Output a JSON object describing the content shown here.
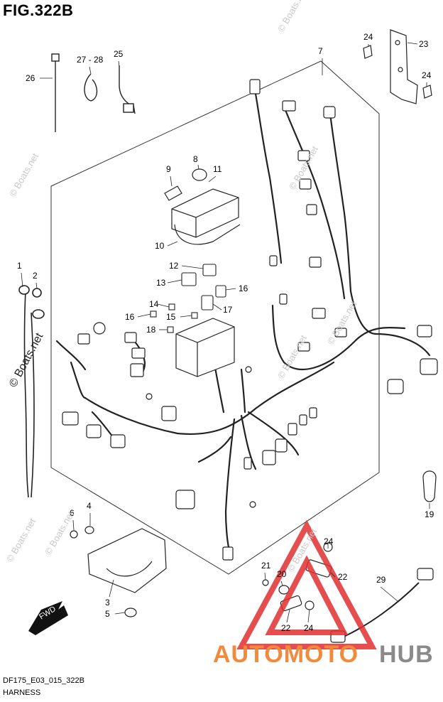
{
  "figure": {
    "title": "FIG.322B",
    "code": "DF175_E03_015_322B",
    "name": "HARNESS"
  },
  "watermark": {
    "text": "© Boats.net"
  },
  "brand": {
    "part1": "AUTOMOTO",
    "part2": "HUB",
    "color1": "#f08a3c",
    "color2": "#8a8a8a",
    "triangle_color": "#e03030"
  },
  "callouts": [
    {
      "id": "c1",
      "label": "1"
    },
    {
      "id": "c2",
      "label": "2"
    },
    {
      "id": "c3",
      "label": "3"
    },
    {
      "id": "c4",
      "label": "4"
    },
    {
      "id": "c5",
      "label": "5"
    },
    {
      "id": "c6",
      "label": "6"
    },
    {
      "id": "c7",
      "label": "7"
    },
    {
      "id": "c8",
      "label": "8"
    },
    {
      "id": "c9",
      "label": "9"
    },
    {
      "id": "c10",
      "label": "10"
    },
    {
      "id": "c11",
      "label": "11"
    },
    {
      "id": "c12",
      "label": "12"
    },
    {
      "id": "c13",
      "label": "13"
    },
    {
      "id": "c14",
      "label": "14"
    },
    {
      "id": "c15",
      "label": "15"
    },
    {
      "id": "c16a",
      "label": "16"
    },
    {
      "id": "c16b",
      "label": "16"
    },
    {
      "id": "c17",
      "label": "17"
    },
    {
      "id": "c18",
      "label": "18"
    },
    {
      "id": "c19",
      "label": "19"
    },
    {
      "id": "c20",
      "label": "20"
    },
    {
      "id": "c21",
      "label": "21"
    },
    {
      "id": "c22a",
      "label": "22"
    },
    {
      "id": "c22b",
      "label": "22"
    },
    {
      "id": "c23",
      "label": "23"
    },
    {
      "id": "c24a",
      "label": "24"
    },
    {
      "id": "c24b",
      "label": "24"
    },
    {
      "id": "c24c",
      "label": "24"
    },
    {
      "id": "c24d",
      "label": "24"
    },
    {
      "id": "c25",
      "label": "25"
    },
    {
      "id": "c26",
      "label": "26"
    },
    {
      "id": "c2728",
      "label": "27 - 28"
    },
    {
      "id": "c29",
      "label": "29"
    }
  ],
  "fwd_label": "FWD"
}
